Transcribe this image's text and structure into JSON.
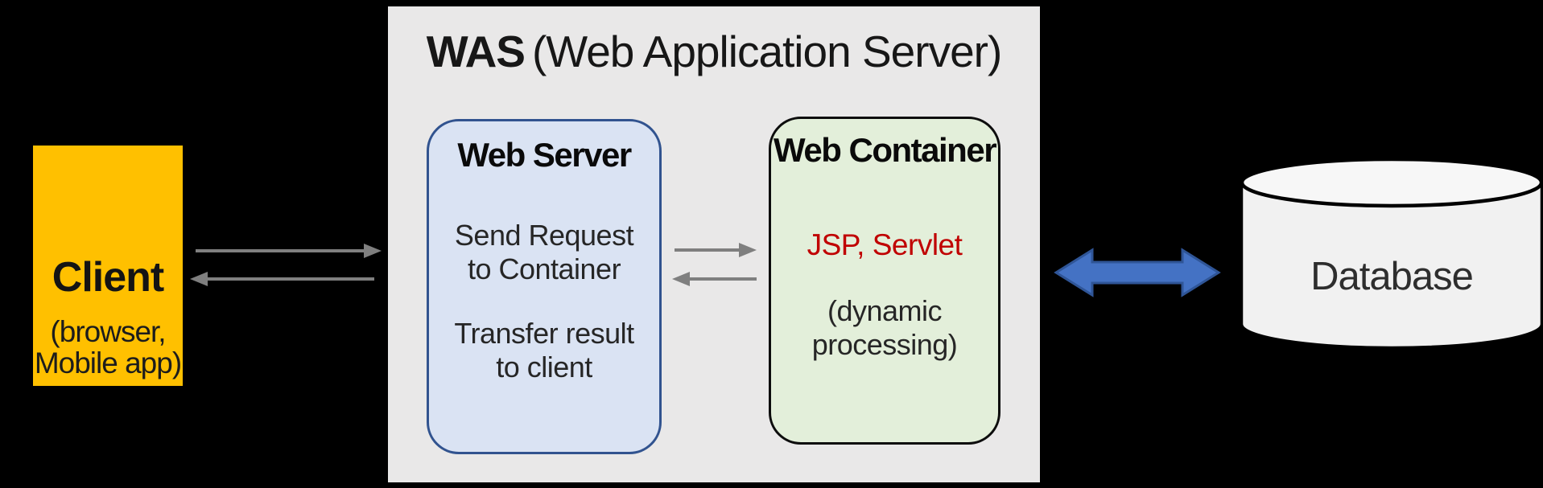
{
  "client": {
    "title": "Client",
    "subtitle_line1": "(browser,",
    "subtitle_line2": "Mobile app)",
    "fill": "#FFC000"
  },
  "was": {
    "title_bold": "WAS",
    "title_rest": "(Web Application Server)",
    "fill": "#E9E8E8"
  },
  "web_server": {
    "title": "Web Server",
    "body1_line1": "Send Request",
    "body1_line2": "to Container",
    "body2_line1": "Transfer result",
    "body2_line2": "to client",
    "fill": "#DAE3F3",
    "border": "#31538F"
  },
  "web_container": {
    "title": "Web Container",
    "highlight": "JSP, Servlet",
    "highlight_color": "#C00000",
    "body_line1": "(dynamic",
    "body_line2": "processing)",
    "fill": "#E3EFDA",
    "border": "#0D0D0D"
  },
  "database": {
    "label": "Database",
    "body_fill": "#F1F1F1",
    "top_fill": "#F7F7F7",
    "stroke": "#000000"
  },
  "arrows": {
    "gray": "#7F7F7F",
    "blue_fill": "#4472C4",
    "blue_border": "#2F5597"
  }
}
